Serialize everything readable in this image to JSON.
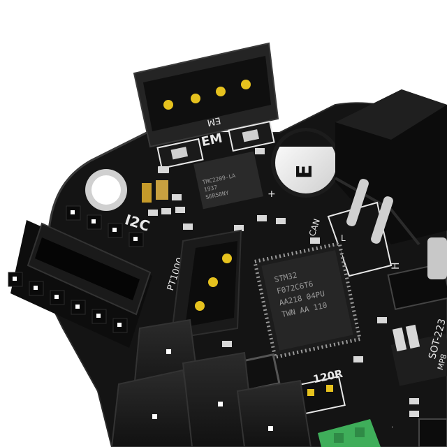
{
  "board": {
    "silkscreen": {
      "i2c": "I2C",
      "pt1000": "PT1000",
      "can": "CAN",
      "em": "EM",
      "em_mirror": "EM",
      "r120": "120R",
      "sot": "SOT-223",
      "sot_code": "MP8",
      "e_label": "E",
      "plus": "+",
      "h": "H",
      "l": "L",
      "dot": "."
    },
    "mcu": {
      "line1": "STM32",
      "line2": "F072C6T6",
      "line3": "AA218 04PU",
      "line4": "TWN AA 110"
    },
    "driver": {
      "line1": "TMC2209-LA",
      "line2": "1937 ",
      "line3": "S6R58NY"
    }
  },
  "colors": {
    "pcb": "#141414",
    "pcb_edge": "#2a2a2a",
    "gold": "#e6c21e",
    "green": "#3fae5a",
    "silkscreen": "#e8e8e8"
  }
}
